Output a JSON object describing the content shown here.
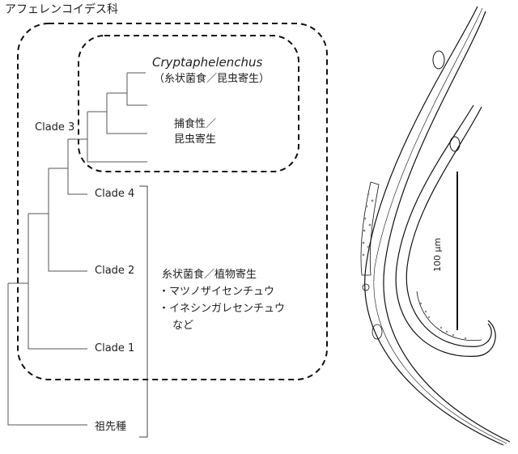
{
  "family_label": "アフェレンコイデス科",
  "tree": {
    "clades": {
      "clade3": "Clade 3",
      "clade4": "Clade 4",
      "clade2": "Clade 2",
      "clade1": "Clade 1"
    },
    "ancestor": "祖先種"
  },
  "group_cryptaphelenchus": {
    "genus": "Cryptaphelenchus",
    "habit": "（糸状菌食／昆虫寄生）"
  },
  "group_predatory": {
    "line1": "捕食性／",
    "line2": "昆虫寄生"
  },
  "group_fungal_plant": {
    "line1": "糸状菌食／植物寄生",
    "item1": "・マツノザイセンチュウ",
    "item2": "・イネシンガレセンチュウ",
    "item3": "など"
  },
  "scale_bar": {
    "label": "100 μm"
  }
}
